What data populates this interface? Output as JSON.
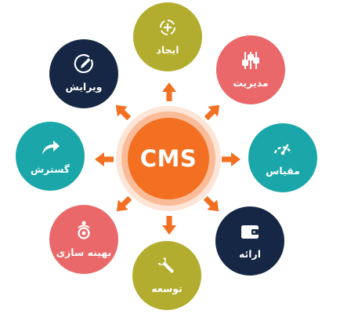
{
  "center": {
    "label": "CMS",
    "color": "#f36f21"
  },
  "nodes": [
    {
      "key": "create",
      "label": "ایجاد",
      "color": "#b3ad2f",
      "icon": "target-icon"
    },
    {
      "key": "manage",
      "label": "مدیریت",
      "color": "#ea6869",
      "icon": "sliders-icon"
    },
    {
      "key": "measure",
      "label": "مقیاس",
      "color": "#1ba7a9",
      "icon": "gauge-icon"
    },
    {
      "key": "present",
      "label": "ارائه",
      "color": "#152744",
      "icon": "wallet-icon"
    },
    {
      "key": "develop",
      "label": "توسعه",
      "color": "#b3ad2f",
      "icon": "wrench-icon"
    },
    {
      "key": "optimize",
      "label": "بهینه سازی",
      "color": "#ea6869",
      "icon": "optimize-icon"
    },
    {
      "key": "extend",
      "label": "گسترش",
      "color": "#1ba7a9",
      "icon": "share-arrow-icon"
    },
    {
      "key": "edit",
      "label": "ویرایش",
      "color": "#152744",
      "icon": "pencil-icon"
    }
  ],
  "arrow_color": "#f36f21"
}
